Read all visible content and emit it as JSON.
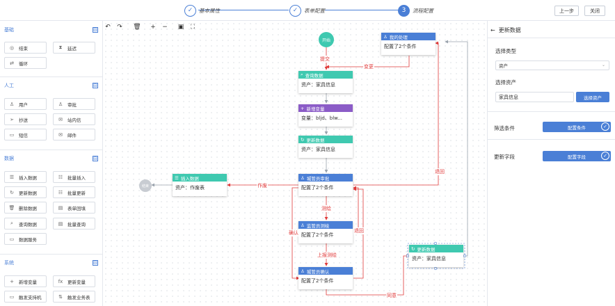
{
  "header": {
    "steps": [
      {
        "num": "✓",
        "label": "基本属性"
      },
      {
        "num": "✓",
        "label": "表单配置"
      },
      {
        "num": "3",
        "label": "流程配置"
      }
    ],
    "prev_label": "上一步",
    "close_label": "关闭"
  },
  "palette": {
    "sections": [
      {
        "title": "基础",
        "items": [
          "结束",
          "延迟",
          "循环"
        ]
      },
      {
        "title": "人工",
        "items": [
          "用户",
          "审批",
          "抄送",
          "站内信",
          "短信",
          "邮件"
        ]
      },
      {
        "title": "数据",
        "items": [
          "插入数据",
          "批量插入",
          "更新数据",
          "批量更新",
          "删除数据",
          "表单回填",
          "查询数据",
          "批量查询",
          "数据服务"
        ]
      },
      {
        "title": "系统",
        "items": [
          "新增变量",
          "更新变量",
          "触发支持机",
          "触发业务表"
        ]
      }
    ],
    "collapse_symbol": "⊟"
  },
  "flow": {
    "start_label": "开始",
    "end_label": "结束",
    "nodes": {
      "my": {
        "title": "我的处理",
        "body": "配置了2个条件"
      },
      "query": {
        "title": "查询数据",
        "body": "资产：家具信息"
      },
      "newvar": {
        "title": "新增变量",
        "body": "变量：bljd、blw..."
      },
      "update1": {
        "title": "更新数据",
        "body": "资产：家具信息"
      },
      "approve": {
        "title": "城管员审批",
        "body": "配置了2个条件"
      },
      "insert": {
        "title": "插入数据",
        "body": "资产：作废表"
      },
      "check": {
        "title": "监管员测绘",
        "body": "配置了2个条件"
      },
      "confirm": {
        "title": "城管员确认",
        "body": "配置了2个条件"
      },
      "update2": {
        "title": "更新数据",
        "body": "资产：家具信息"
      }
    },
    "edge_labels": {
      "submit": "提交",
      "change": "变更",
      "back1": "退回",
      "void": "作废",
      "survey": "测绘",
      "back2": "退回",
      "confirm": "确认",
      "report": "上报测绘",
      "agree": "同意"
    }
  },
  "panel": {
    "title": "更新数据",
    "select_type_label": "选择类型",
    "select_type_value": "资产",
    "select_asset_label": "选择资产",
    "asset_value": "家具信息",
    "select_asset_btn": "选择资产",
    "filter_label": "筛选条件",
    "filter_btn": "配置条件",
    "fields_label": "更新字段",
    "fields_btn": "配置字段"
  },
  "colors": {
    "accent": "#4a7fd6",
    "teal": "#3fc9b0",
    "purple": "#8b5cc7",
    "edge": "#e03a3a"
  }
}
